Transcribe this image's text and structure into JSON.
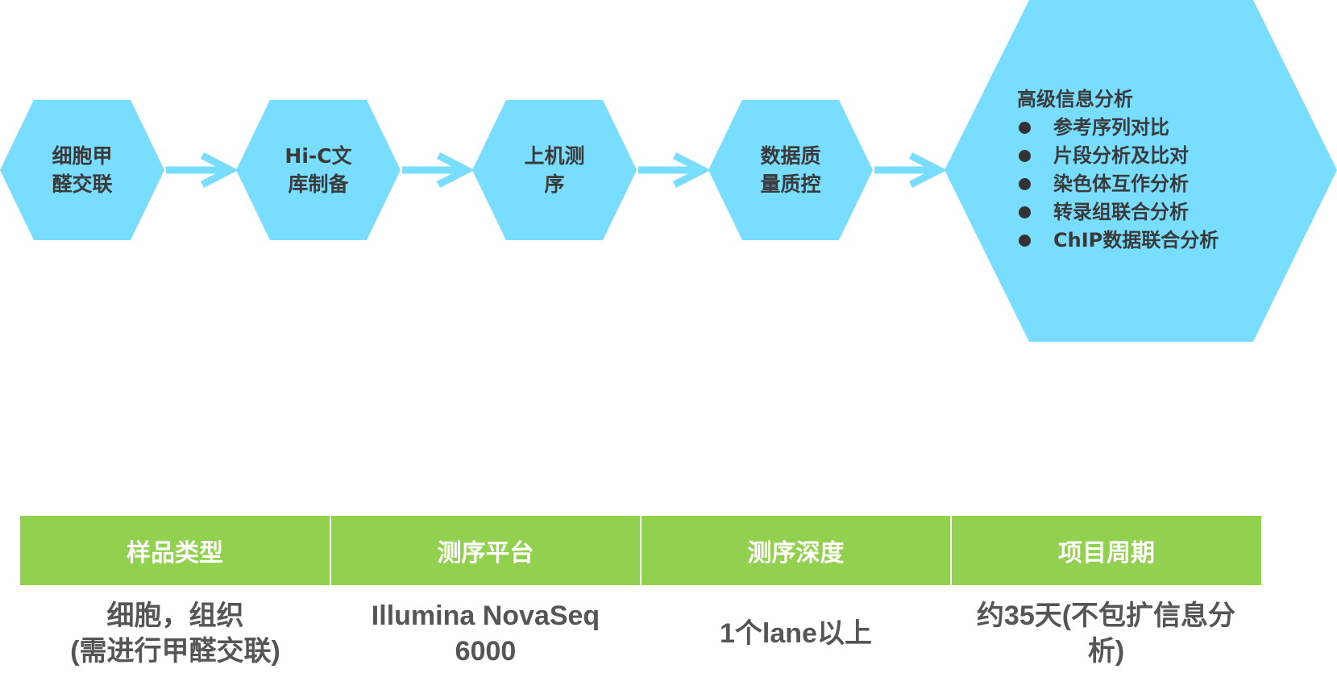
{
  "workflow": {
    "steps": [
      {
        "lines": [
          "细胞甲",
          "醛交联"
        ]
      },
      {
        "lines": [
          "Hi-C文",
          "库制备"
        ]
      },
      {
        "lines": [
          "上机测",
          "序"
        ]
      },
      {
        "lines": [
          "数据质",
          "量质控"
        ]
      }
    ],
    "analysis": {
      "title": "高级信息分析",
      "items": [
        "参考序列对比",
        "片段分析及比对",
        "染色体互作分析",
        "转录组联合分析",
        "ChIP数据联合分析"
      ]
    }
  },
  "colors": {
    "hexagon": "#79ddff",
    "arrow": "#79ddff",
    "table_header": "#92d050"
  },
  "table": {
    "headers": [
      "样品类型",
      "测序平台",
      "测序深度",
      "项目周期"
    ],
    "rows": [
      [
        {
          "lines": [
            "细胞，组织",
            "(需进行甲醛交联)"
          ]
        },
        {
          "lines": [
            "Illumina NovaSeq",
            "6000"
          ]
        },
        {
          "lines": [
            "1个lane以上"
          ]
        },
        {
          "lines": [
            "约35天(不包扩信息分",
            "析)"
          ]
        }
      ]
    ]
  }
}
